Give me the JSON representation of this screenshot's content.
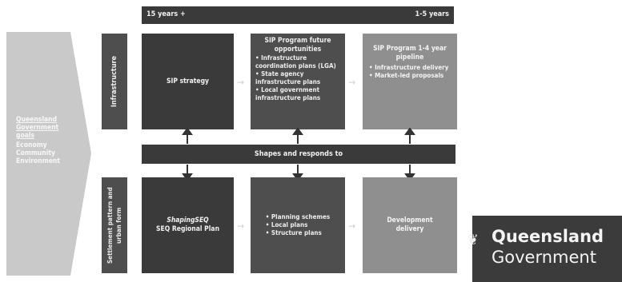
{
  "timeline": {
    "left": "15 years +",
    "right": "1-5 years"
  },
  "goals": {
    "heading": "Queensland Government goals",
    "items": [
      "Economy",
      "Community",
      "Environment"
    ]
  },
  "rows": {
    "infrastructure": "Infrastructure",
    "settlement": "Settlement pattern and urban form"
  },
  "boxes": {
    "sip_strategy": "SIP strategy",
    "sip_future_title": "SIP Program future opportunities",
    "sip_future_points": [
      "Infrastructure coordination plans (LGA)",
      "State agency infrastructure plans",
      "Local government infrastructure plans"
    ],
    "sip_pipeline_title": "SIP Program 1-4 year pipeline",
    "sip_pipeline_points": [
      "Infrastructure delivery",
      "Market-led proposals"
    ],
    "shapes": "Shapes and responds to",
    "shaping_title": "ShapingSEQ",
    "shaping_sub": "SEQ Regional Plan",
    "planning_points": [
      "Planning schemes",
      "Local plans",
      "Structure plans"
    ],
    "development": "Development delivery"
  },
  "logo": {
    "line1": "Queensland",
    "line2": "Government"
  }
}
